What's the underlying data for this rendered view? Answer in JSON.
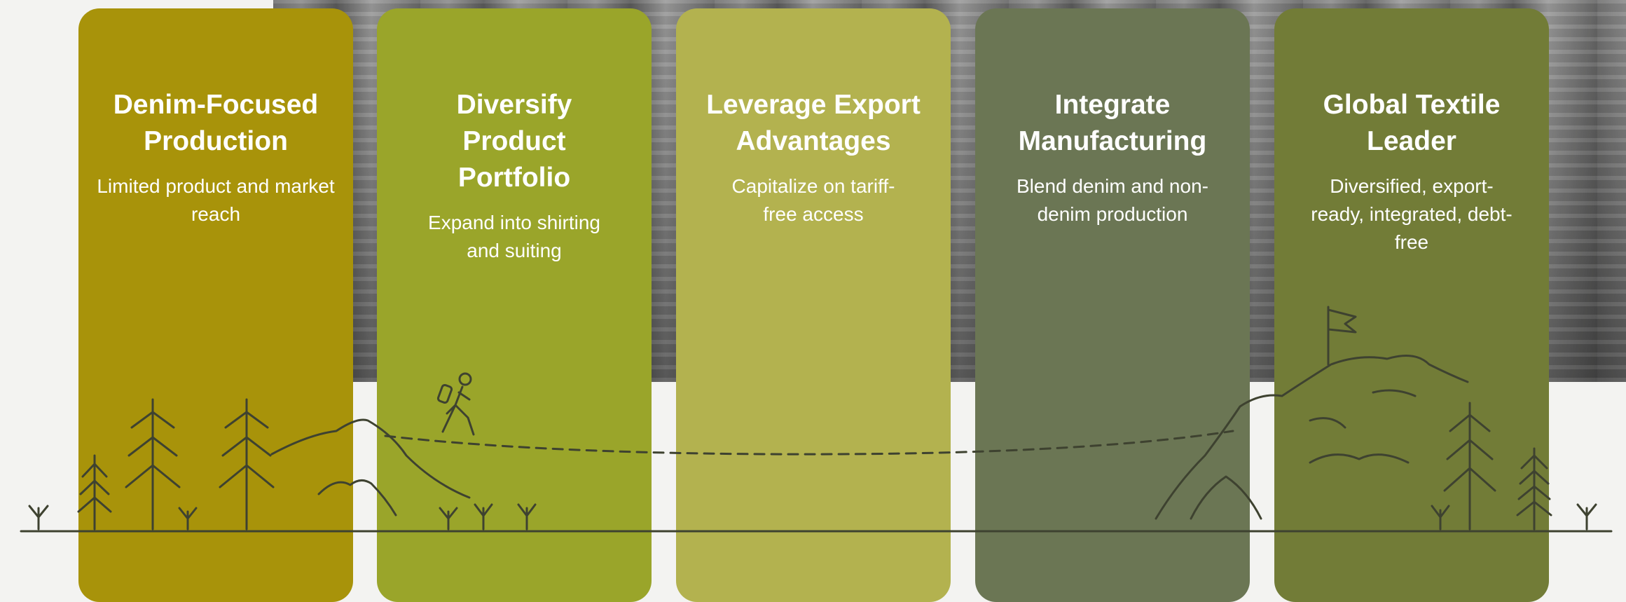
{
  "stages": [
    {
      "title": "Denim-Focused Production",
      "description": "Limited product and market reach",
      "color": "#a8930a"
    },
    {
      "title": "Diversify Product Portfolio",
      "description": "Expand into shirting and suiting",
      "color": "#9aa52a"
    },
    {
      "title": "Leverage Export Advantages",
      "description": "Capitalize on tariff-free access",
      "color": "#b3b24f"
    },
    {
      "title": "Integrate Manufacturing",
      "description": "Blend denim and non-denim production",
      "color": "#6b7654"
    },
    {
      "title": "Global Textile Leader",
      "description": "Diversified, export-ready, integrated, debt-free",
      "color": "#727c37"
    }
  ],
  "line_color": "#3e4230"
}
